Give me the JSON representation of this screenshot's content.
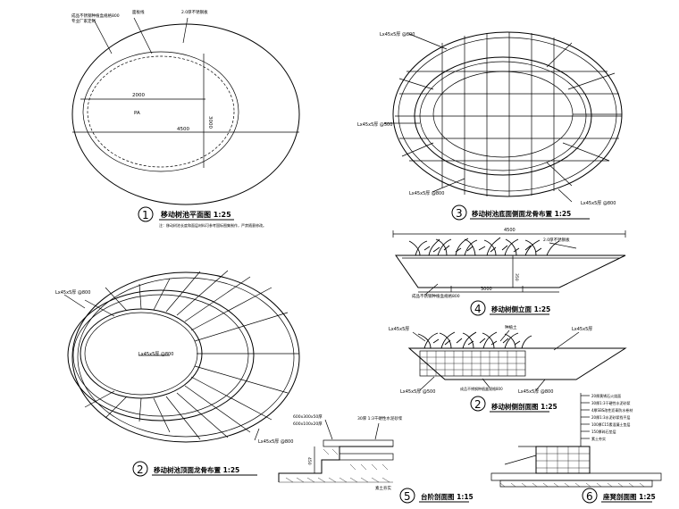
{
  "diagrams": {
    "d1": {
      "num": "1",
      "title": "移动树池平面图 1:25",
      "note": "注：移动树池长度和面层材料可参考国标图集制作，严禁随意修改。",
      "labels": {
        "top_a": "成品不锈钢种植盒规格800",
        "top_b": "专业厂家定制",
        "top_c": "面板线",
        "top_d": "2.0厚不锈钢板",
        "dim_inner": "2000",
        "pa": "PA",
        "dim_outer": "4500",
        "dim_v": "3000"
      }
    },
    "d2": {
      "num": "2",
      "title": "移动树池顶面龙骨布置 1:25",
      "labels": {
        "l1": "Lx45x5厚 @800",
        "l2": "Lx45x5厚 @800",
        "l3": "Lx45x5厚 @800"
      }
    },
    "d3": {
      "num": "3",
      "title": "移动树池底面侧面龙骨布置 1:25",
      "labels": {
        "l1": "Lx45x5厚 @800",
        "l2": "Lx45x5厚 @500",
        "l3": "Lx45x5厚 @800",
        "l4": "Lx45x5厚 @800"
      }
    },
    "d4": {
      "num": "4",
      "title": "移动树侧立面 1:25",
      "labels": {
        "dim_top": "4500",
        "dim_bottom": "3000",
        "dim_h": "350",
        "note_r": "2.0厚不锈钢板",
        "note_l": "成品不锈钢种植盒规格800"
      }
    },
    "d2b": {
      "num": "2",
      "title": "移动树侧剖面图 1:25",
      "labels": {
        "l1": "Lx45x5厚",
        "l2": "种植土",
        "l3": "Lx45x5厚",
        "l4": "Lx45x5厚 @500",
        "l5": "Lx45x5厚 @800",
        "l6": "成品不锈钢种植盒规格800"
      }
    },
    "d5": {
      "num": "5",
      "title": "台阶剖面图 1:15",
      "labels": {
        "a": "600x300x50厚",
        "b": "600x100x20厚",
        "c": "30厚 1:3干硬性水泥砂浆",
        "d": "450",
        "e": "素土夯实"
      }
    },
    "d6": {
      "num": "6",
      "title": "座凳剖面图 1:25",
      "notes": [
        "20厚黄锈石火烧面",
        "30厚1:3干硬性水泥砂浆",
        "4厚SBS改性沥青防水卷材",
        "20厚1:3水泥砂浆找平层",
        "100厚C15素混凝土垫层",
        "150厚碎石垫层",
        "素土夯实"
      ]
    }
  }
}
